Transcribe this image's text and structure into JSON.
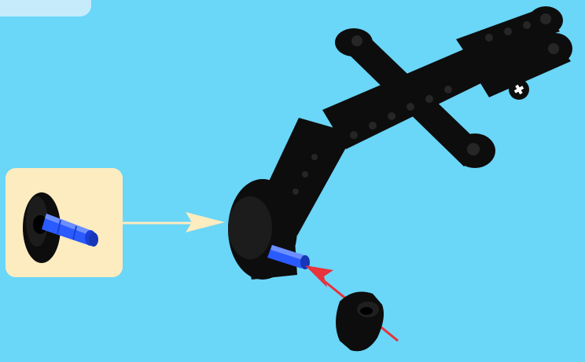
{
  "colors": {
    "background": "#6ad6f8",
    "page_tab": "#c6ecfb",
    "callout_bg": "#fdecc0",
    "part_black": "#0d0d0d",
    "pin_blue": "#2a5bff",
    "arrow_callout": "#fdecc0",
    "arrow_insert": "#e8323c"
  },
  "instruction": {
    "callout_part": "blue-axle-pin",
    "assembly": "black-liftarm-frame",
    "new_part": "black-connector-block"
  },
  "icons": [
    "blue-pin-icon",
    "black-liftarm-icon",
    "axle-hole-icon"
  ]
}
